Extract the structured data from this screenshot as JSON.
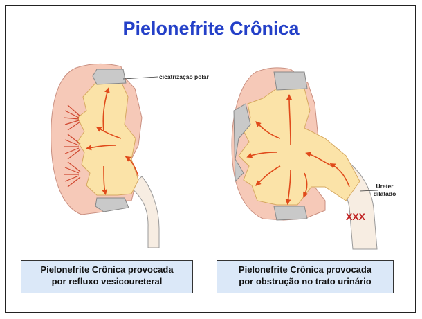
{
  "title": "Pielonefrite Crônica",
  "labels": {
    "polar_scar": "cicatrização polar",
    "ureter_line1": "Ureter",
    "ureter_line2": "dilatado",
    "obstruction_mark": "XXX"
  },
  "captions": {
    "left_line1": "Pielonefrite Crônica provocada",
    "left_line2": "por refluxo vesicoureteral",
    "right_line1": "Pielonefrite Crônica provocada",
    "right_line2": "por obstrução no trato urinário"
  },
  "colors": {
    "title": "#2440c8",
    "kidney_cortex": "#f6c9b8",
    "pelvis": "#fbe3a8",
    "arrow": "#e04a1a",
    "scar": "#c9c9c9",
    "caption_bg": "#dbe8f8"
  }
}
